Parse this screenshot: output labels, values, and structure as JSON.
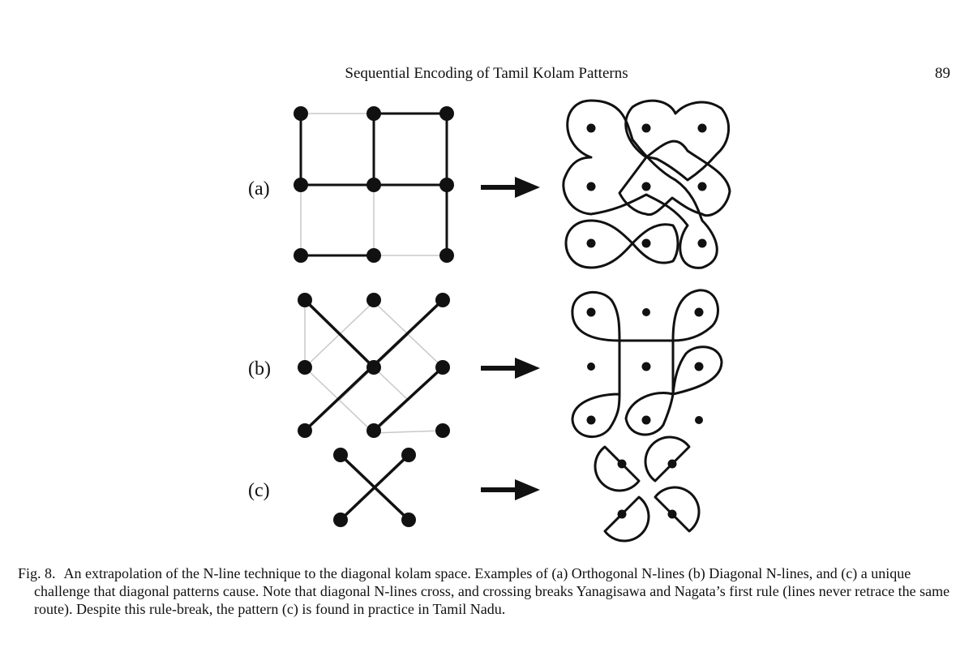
{
  "header": {
    "running_title": "Sequential Encoding of Tamil Kolam Patterns",
    "page_number": "89"
  },
  "figure": {
    "panels": [
      {
        "label": "(a)"
      },
      {
        "label": "(b)"
      },
      {
        "label": "(c)"
      }
    ]
  },
  "caption": {
    "figure_number": "Fig. 8.",
    "text": "An extrapolation of the N-line technique to the diagonal kolam space. Examples of (a) Orthogonal N-lines (b) Diagonal N-lines, and (c) a unique challenge that diagonal patterns cause. Note that diagonal N-lines cross, and crossing breaks Yanagisawa and Nagata’s first rule (lines never retrace the same route). Despite this rule-break, the pattern (c) is found in practice in Tamil Nadu."
  },
  "colors": {
    "ink": "#111111",
    "grid": "#c8c8c8"
  }
}
